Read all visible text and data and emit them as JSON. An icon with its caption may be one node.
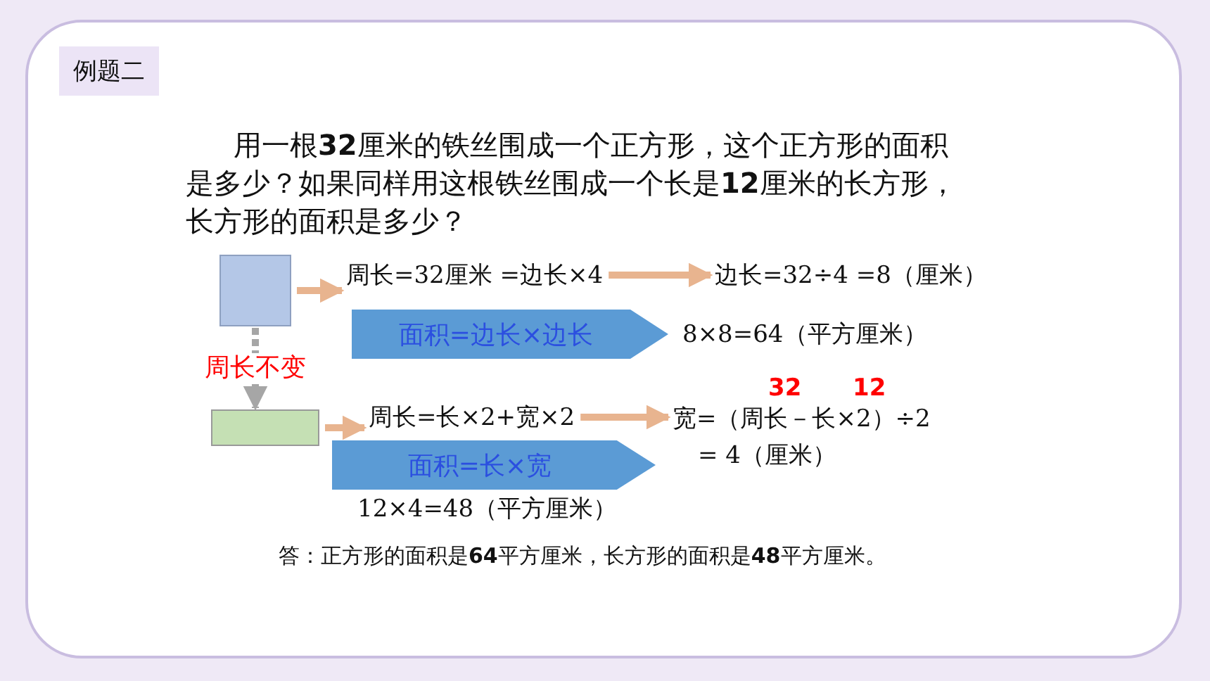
{
  "diagram": {
    "nodes": [
      {
        "text": [],
        "shape": "box"
      },
      {
        "text": [
          "周长=32厘米 =边长×4"
        ]
      },
      {
        "text": [
          "边长=32÷4 =8（厘米）"
        ]
      },
      {
        "text": [],
        "shape": "box"
      },
      {
        "text": [
          "周长=长×2+宽×2"
        ]
      },
      {
        "text": [
          "宽=（周长－长×2）÷2",
          "= 4（厘米）"
        ],
        "beside": [
          "32",
          "12"
        ]
      },
      {
        "text": [
          "面积=边长×边长"
        ]
      },
      {
        "text": [
          "面积=长×宽"
        ]
      }
    ],
    "edges": [
      {
        "from": 0,
        "to": 1,
        "arrow": "to"
      },
      {
        "from": 1,
        "to": 2,
        "arrow": "to"
      },
      {
        "from": 0,
        "to": 3,
        "arrow": "to",
        "label": "周长不变",
        "style": "dashed",
        "color": "#a6a6a6"
      },
      {
        "from": 3,
        "to": 4,
        "arrow": "to"
      },
      {
        "from": 4,
        "to": 5,
        "arrow": "to"
      }
    ],
    "labels": [
      "例题二",
      "用一根**32**厘米的铁丝围成一个正方形，这个正方形的面积是多少？如果同样用这根铁丝围成一个长是**12**厘米的长方形，长方形的面积是多少？",
      "8×8=64（平方厘米）",
      "12×4=48（平方厘米）",
      "答：正方形的面积是**64**平方厘米，长方形的面积是**48**平方厘米。"
    ]
  }
}
